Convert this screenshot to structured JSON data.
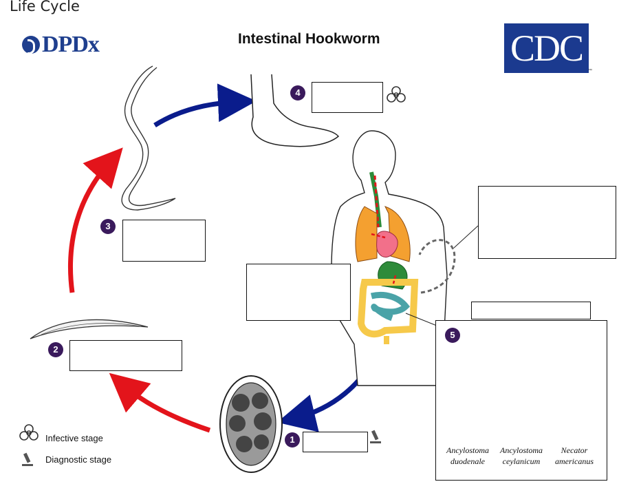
{
  "page": {
    "heading": "Life Cycle"
  },
  "diagram": {
    "title": "Intestinal Hookworm",
    "logos": {
      "dpdx": "DPDx",
      "cdc": "CDC",
      "cdc_tm": "™"
    },
    "stages": [
      {
        "number": "1",
        "marker": "microscope-icon"
      },
      {
        "number": "2"
      },
      {
        "number": "3"
      },
      {
        "number": "4",
        "marker": "biohazard-icon"
      },
      {
        "number": "5"
      }
    ],
    "species": [
      {
        "genus": "Ancylostoma",
        "epithet": "duodenale"
      },
      {
        "genus": "Ancylostoma",
        "epithet": "ceylanicum"
      },
      {
        "genus": "Necator",
        "epithet": "americanus"
      }
    ],
    "legend": [
      {
        "icon": "biohazard-icon",
        "label": "Infective stage"
      },
      {
        "icon": "microscope-icon",
        "label": "Diagnostic stage"
      }
    ],
    "colors": {
      "red_arrow": "#e3141b",
      "blue_arrow": "#0a1c8c",
      "badge": "#3a1a5c",
      "lungs": "#f4a030",
      "stomach": "#2e8b3a",
      "intestine": "#f6c94a",
      "small_intestine": "#4aa3a8",
      "heart": "#f2708a",
      "cdc_blue": "#1b3a8f"
    }
  }
}
